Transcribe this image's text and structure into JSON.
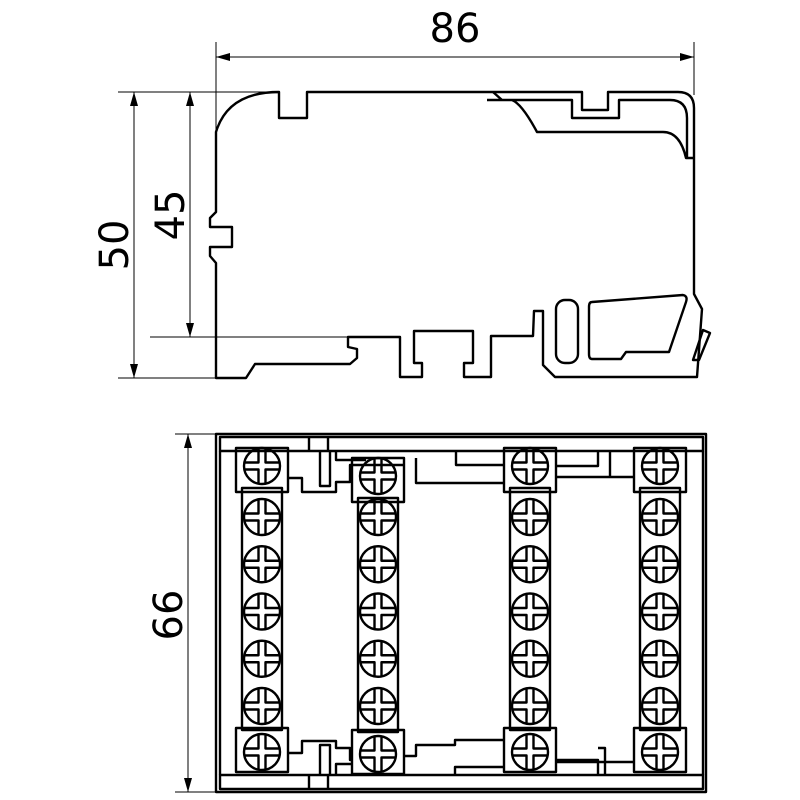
{
  "dimensions": {
    "width_total": "86",
    "height_total": "50",
    "height_to_rail": "45",
    "depth_total": "66"
  },
  "terminal_block": {
    "columns": 4,
    "screws_per_column": 7,
    "line_color": "#000000",
    "background": "#ffffff"
  }
}
